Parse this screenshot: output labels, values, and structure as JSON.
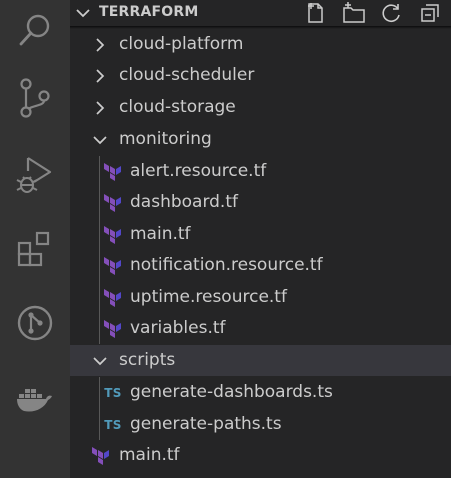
{
  "colors": {
    "activity_bar": "#333333",
    "sidebar": "#252526",
    "text": "#cccccc",
    "selected_row": "#37373d",
    "terraform_icon": "#844fba",
    "ts_icon": "#519aba"
  },
  "activity_bar": {
    "items": [
      {
        "name": "search-icon"
      },
      {
        "name": "source-control-icon"
      },
      {
        "name": "run-debug-icon"
      },
      {
        "name": "extensions-icon"
      },
      {
        "name": "git-graph-icon"
      },
      {
        "name": "docker-icon"
      }
    ]
  },
  "explorer": {
    "section_title": "TERRAFORM",
    "actions": [
      {
        "name": "new-file-icon"
      },
      {
        "name": "new-folder-icon"
      },
      {
        "name": "refresh-icon"
      },
      {
        "name": "collapse-all-icon"
      }
    ],
    "tree": {
      "cloud_platform": "cloud-platform",
      "cloud_scheduler": "cloud-scheduler",
      "cloud_storage": "cloud-storage",
      "monitoring": "monitoring",
      "alert_resource": "alert.resource.tf",
      "dashboard": "dashboard.tf",
      "monitoring_main": "main.tf",
      "notification_resource": "notification.resource.tf",
      "uptime_resource": "uptime.resource.tf",
      "variables": "variables.tf",
      "scripts": "scripts",
      "generate_dashboards": "generate-dashboards.ts",
      "generate_paths": "generate-paths.ts",
      "root_main": "main.tf",
      "ts_badge": "TS"
    }
  }
}
